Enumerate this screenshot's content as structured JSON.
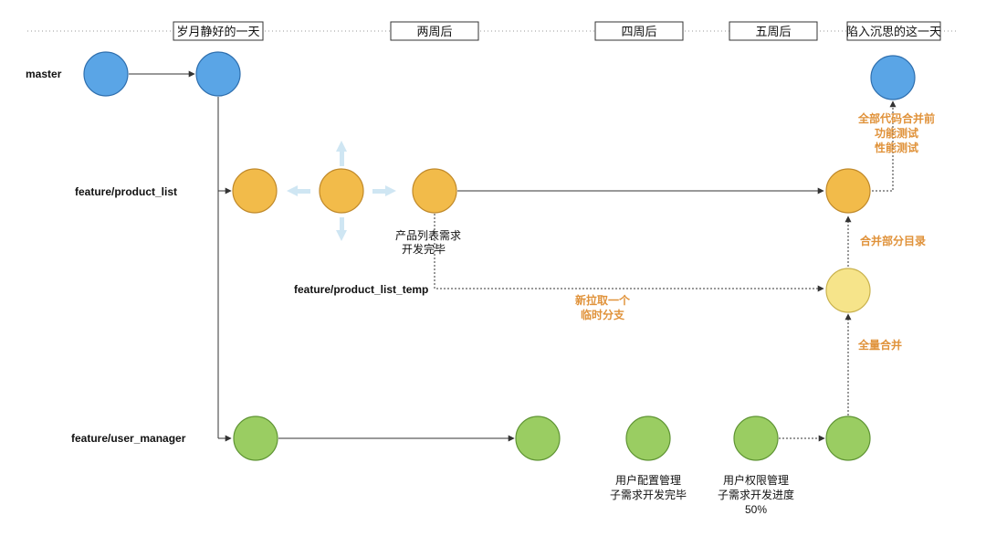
{
  "timeline": {
    "labels": [
      "岁月静好的一天",
      "两周后",
      "四周后",
      "五周后",
      "陷入沉思的这一天"
    ]
  },
  "branches": {
    "master": "master",
    "product_list": "feature/product_list",
    "product_list_temp": "feature/product_list_temp",
    "user_manager": "feature/user_manager"
  },
  "notes": {
    "product_done_1": "产品列表需求",
    "product_done_2": "开发完毕",
    "user_config_1": "用户配置管理",
    "user_config_2": "子需求开发完毕",
    "user_perm_1": "用户权限管理",
    "user_perm_2": "子需求开发进度",
    "user_perm_3": "50%"
  },
  "annotations": {
    "new_temp_1": "新拉取一个",
    "new_temp_2": "临时分支",
    "merge_all": "全量合并",
    "merge_partial": "合并部分目录",
    "pre_merge_1": "全部代码合并前",
    "pre_merge_2": "功能测试",
    "pre_merge_3": "性能测试"
  },
  "colors": {
    "master": "#5aa5e6",
    "product_list": "#f2bb4a",
    "product_list_temp": "#f6e48a",
    "user_manager": "#9acd62",
    "annotation": "#e0923a"
  }
}
